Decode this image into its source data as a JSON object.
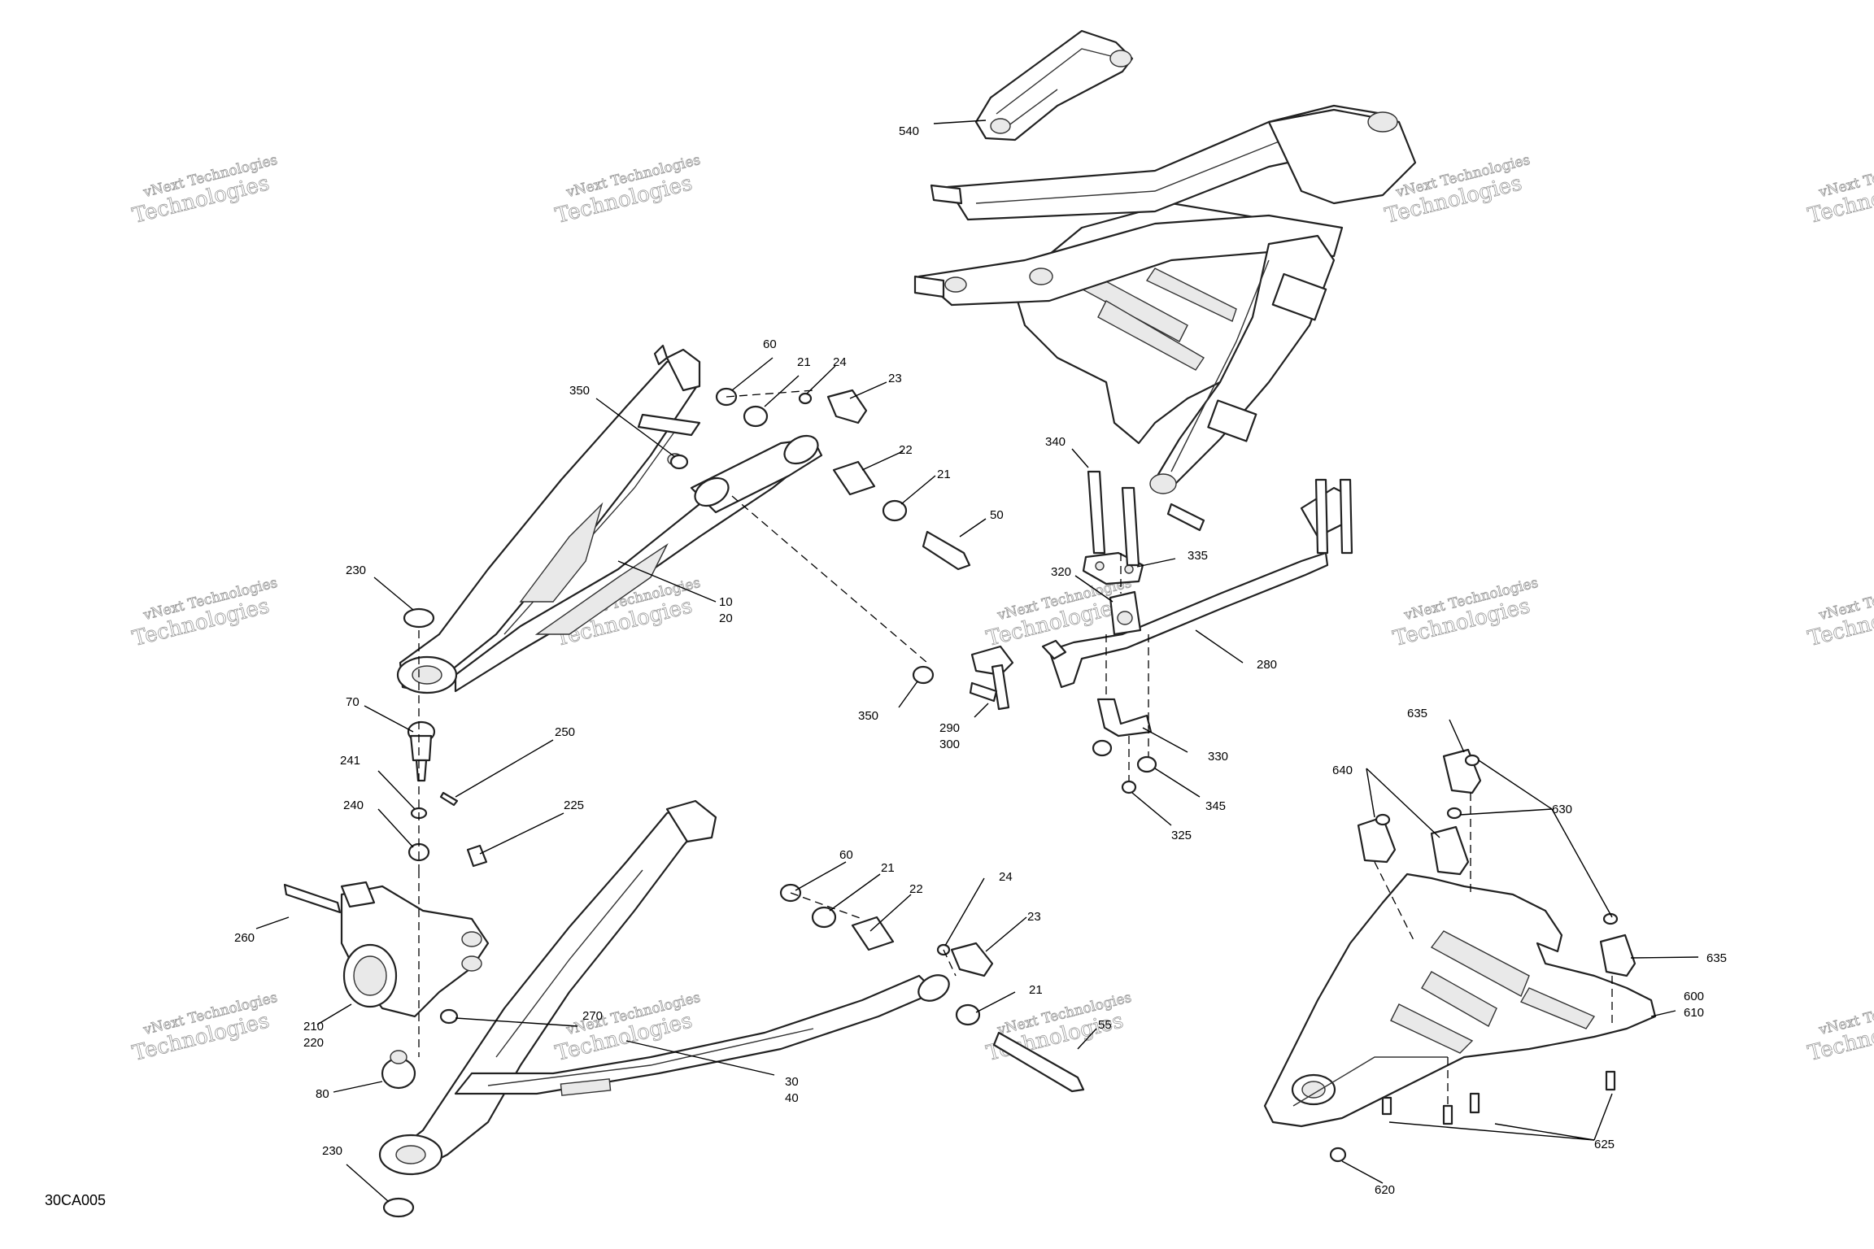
{
  "diagram_code": "30CA005",
  "watermark": {
    "line1": "vNext Technologies",
    "line2": "Technologies",
    "line3": "vNext"
  },
  "callouts": {
    "c540": "540",
    "c60a": "60",
    "c21a": "21",
    "c24a": "24",
    "c23a": "23",
    "c350a": "350",
    "c22a": "22",
    "c21b": "21",
    "c50": "50",
    "c230a": "230",
    "c10": "10",
    "c20": "20",
    "c340": "340",
    "c335": "335",
    "c320": "320",
    "c280": "280",
    "c350b": "350",
    "c290": "290",
    "c300": "300",
    "c330": "330",
    "c345": "345",
    "c325": "325",
    "c70": "70",
    "c250": "250",
    "c241": "241",
    "c240": "240",
    "c225": "225",
    "c60b": "60",
    "c21c": "21",
    "c22b": "22",
    "c24b": "24",
    "c23b": "23",
    "c260": "260",
    "c210": "210",
    "c220": "220",
    "c270": "270",
    "c21d": "21",
    "c55": "55",
    "c30": "30",
    "c40": "40",
    "c80": "80",
    "c230b": "230",
    "c635a": "635",
    "c640": "640",
    "c630": "630",
    "c635b": "635",
    "c600": "600",
    "c610": "610",
    "c625": "625",
    "c620": "620"
  }
}
